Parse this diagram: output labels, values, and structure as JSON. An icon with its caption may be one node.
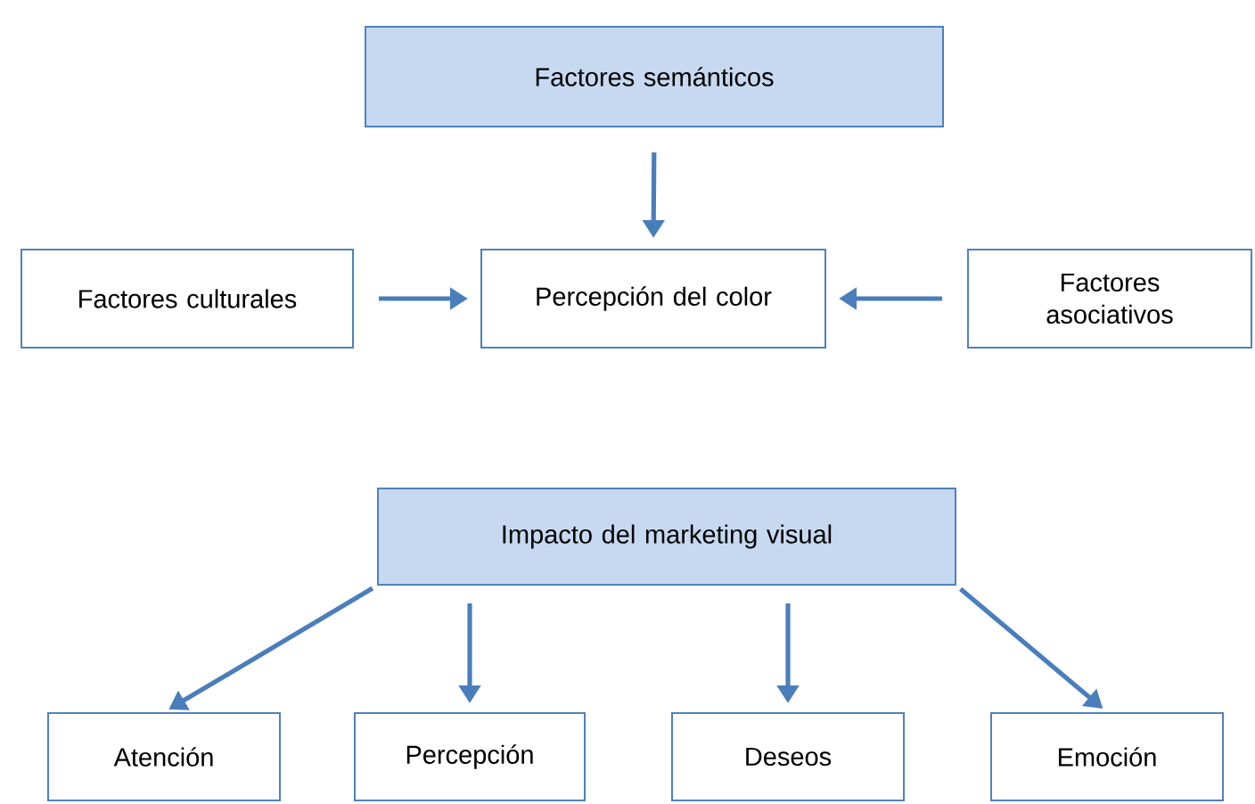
{
  "diagram": {
    "nodes": [
      {
        "text": [
          "Factores semánticos"
        ]
      },
      {
        "text": [
          "Factores culturales"
        ]
      },
      {
        "text": [
          "Percepción del color"
        ]
      },
      {
        "text": [
          "Factores asociativos"
        ]
      },
      {
        "text": [
          "Impacto del marketing visual"
        ]
      },
      {
        "text": [
          "Atención"
        ]
      },
      {
        "text": [
          "Percepción"
        ]
      },
      {
        "text": [
          "Deseos"
        ]
      },
      {
        "text": [
          "Emoción"
        ]
      }
    ],
    "edges": [
      {
        "from": 0,
        "to": 2,
        "arrow": "to"
      },
      {
        "from": 1,
        "to": 2,
        "arrow": "to"
      },
      {
        "from": 3,
        "to": 2,
        "arrow": "to"
      },
      {
        "from": 4,
        "to": 5,
        "arrow": "to"
      },
      {
        "from": 4,
        "to": 6,
        "arrow": "to"
      },
      {
        "from": 4,
        "to": 7,
        "arrow": "to"
      },
      {
        "from": 4,
        "to": 8,
        "arrow": "to"
      }
    ]
  }
}
